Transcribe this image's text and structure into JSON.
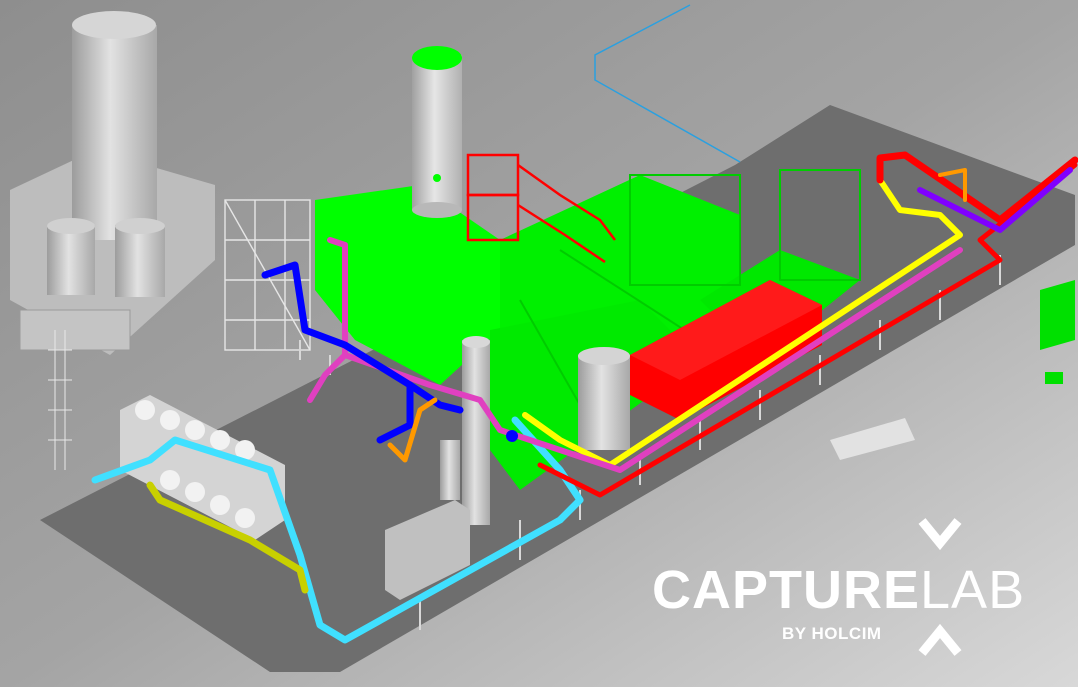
{
  "logo": {
    "brand_bold": "CAPTURE",
    "brand_light": "LAB",
    "tagline": "BY HOLCIM"
  },
  "colors": {
    "background": "#9a9a9a",
    "platform": "#6b6b6b",
    "equipment_gray": "#c8c8c8",
    "equipment_green": "#00ff00",
    "pipe_red": "#ff0000",
    "pipe_yellow": "#ffff00",
    "pipe_cyan": "#40e0ff",
    "pipe_magenta": "#e040c0",
    "pipe_blue": "#0000ff",
    "pipe_purple": "#8000ff",
    "pipe_orange": "#ff9900",
    "pipe_olive": "#c8d000",
    "logo_text": "#ffffff"
  }
}
